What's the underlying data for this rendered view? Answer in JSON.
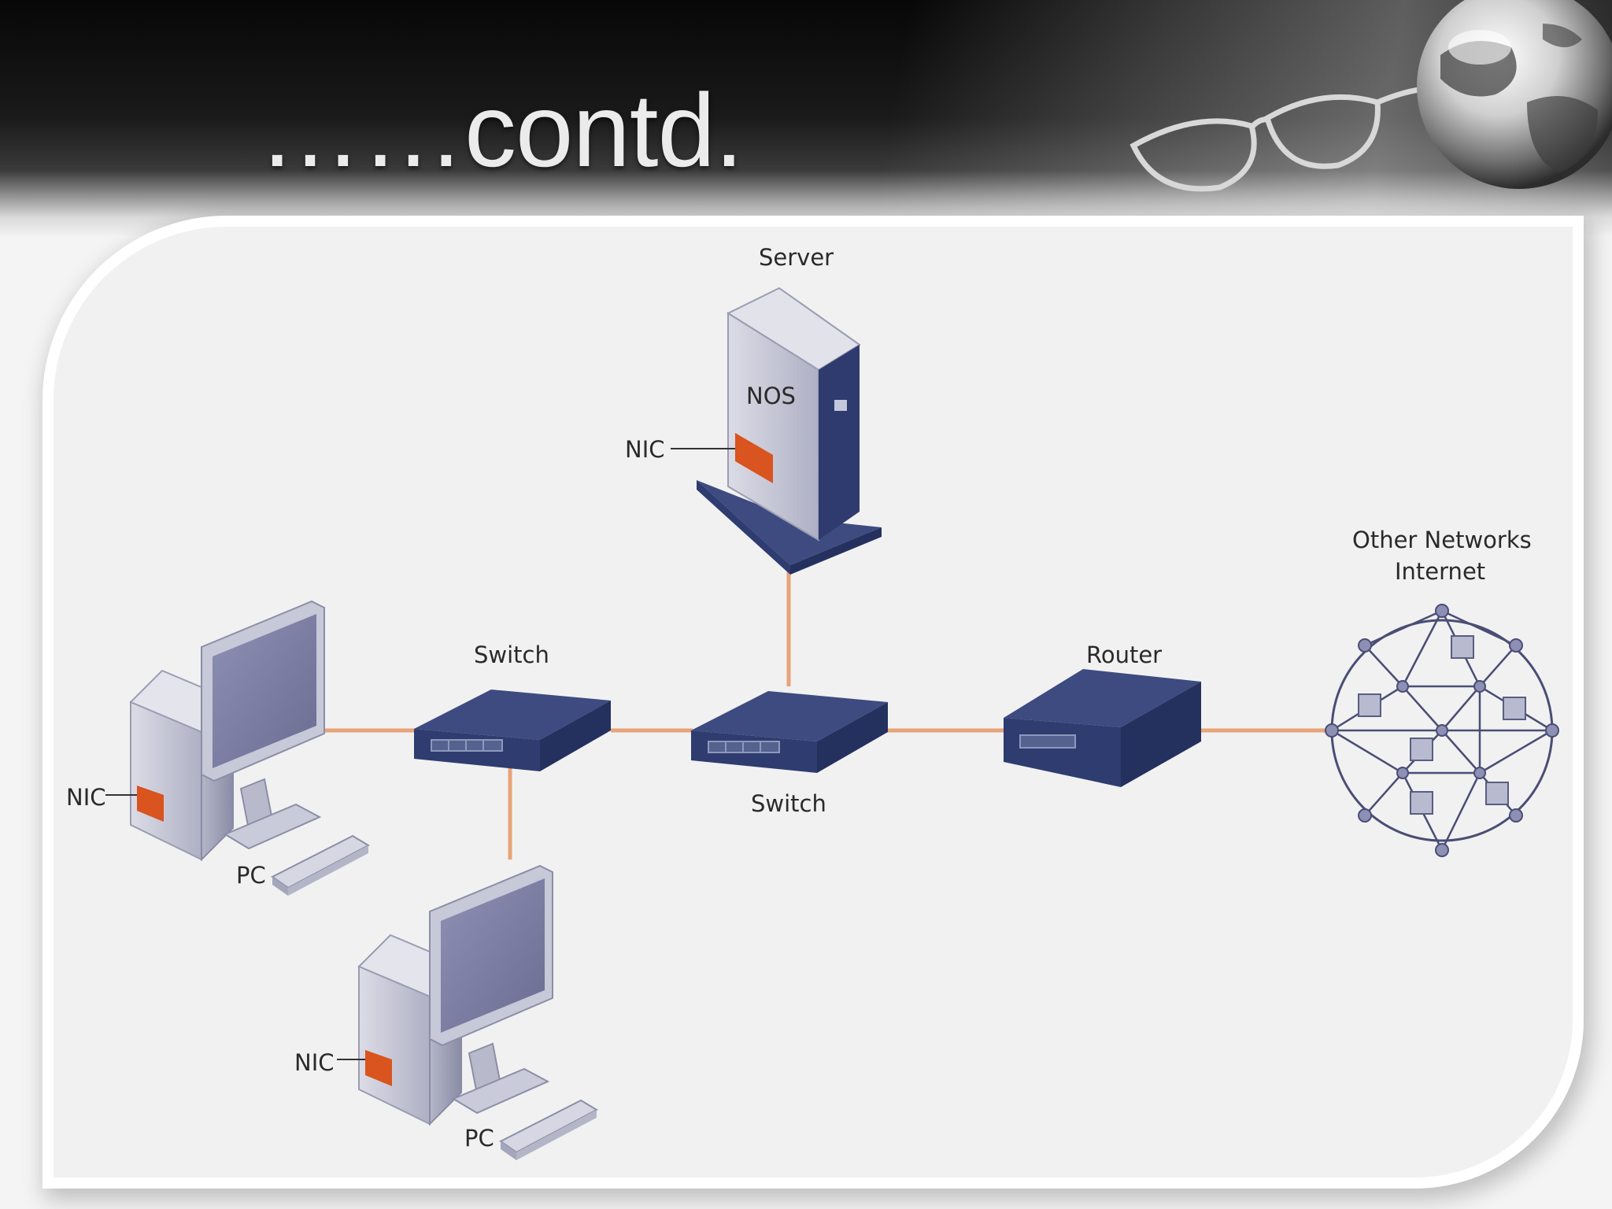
{
  "slide": {
    "title": "……contd."
  },
  "diagram": {
    "server": {
      "label": "Server",
      "os_label": "NOS",
      "nic_label": "NIC"
    },
    "switch_left": {
      "label": "Switch"
    },
    "switch_center": {
      "label": "Switch"
    },
    "router": {
      "label": "Router"
    },
    "internet": {
      "label_line1": "Other Networks",
      "label_line2": "Internet"
    },
    "pc_left": {
      "label": "PC",
      "nic_label": "NIC"
    },
    "pc_bottom": {
      "label": "PC",
      "nic_label": "NIC"
    }
  },
  "colors": {
    "cable": "#e8a479",
    "device_navy": "#2e3c70",
    "nic_orange": "#d9541e",
    "case_light": "#c9cad8"
  }
}
